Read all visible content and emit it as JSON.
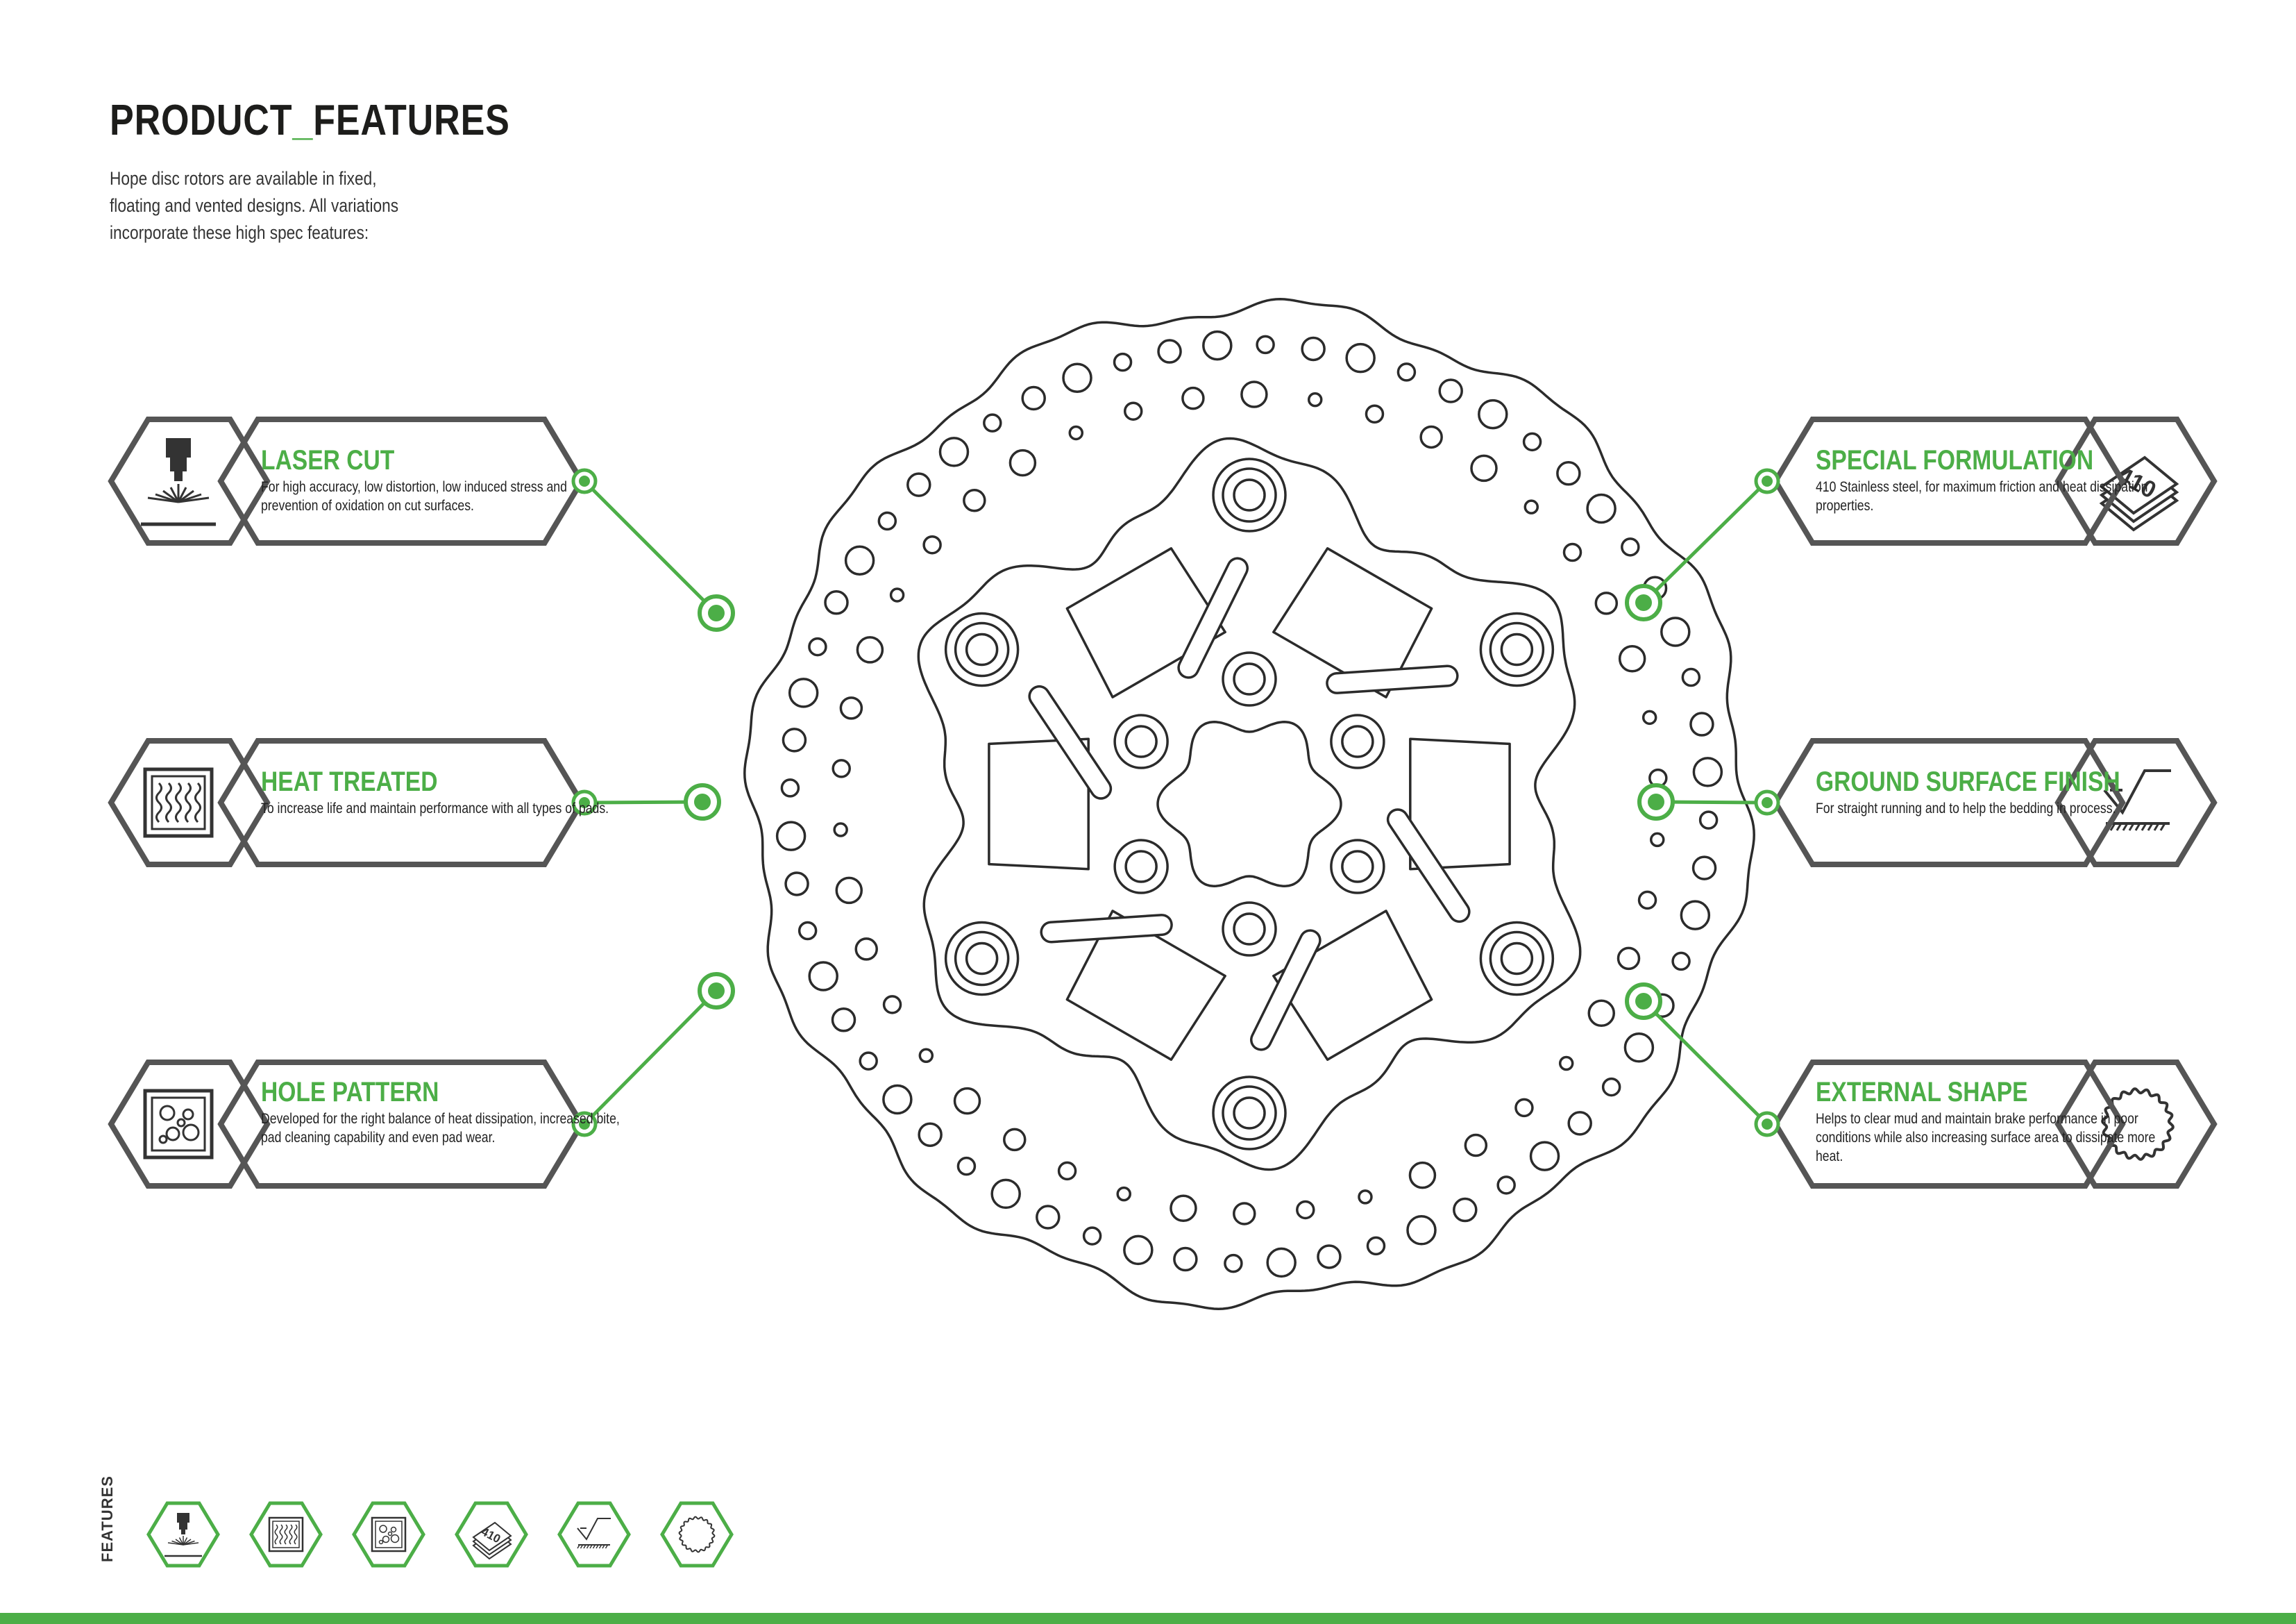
{
  "page": {
    "title_main": "PRODUCT",
    "title_sep": "_",
    "title_rest": "FEATURES",
    "intro": "Hope disc rotors are available in fixed, floating and vented designs. All variations incorporate these high spec features:",
    "footer_label": "FEATURES"
  },
  "features": [
    {
      "title": "LASER CUT",
      "text": "For high accuracy, low distortion, low induced stress and prevention of oxidation on cut surfaces.",
      "icon": "laser-icon"
    },
    {
      "title": "HEAT TREATED",
      "text": "To increase life and maintain performance with all types of pads.",
      "icon": "heat-icon"
    },
    {
      "title": "HOLE PATTERN",
      "text": "Developed for the right balance of heat dissipation, increased bite, pad cleaning capability and even pad wear.",
      "icon": "hole-pattern-icon"
    },
    {
      "title": "SPECIAL FORMULATION",
      "text": "410 Stainless steel, for maximum friction and heat dissipation properties.",
      "icon": "steel-sheets-icon",
      "icon_text": "410"
    },
    {
      "title": "GROUND SURFACE FINISH",
      "text": "For straight running and to help the bedding in process.",
      "icon": "surface-finish-icon"
    },
    {
      "title": "EXTERNAL SHAPE",
      "text": "Helps to clear mud and maintain brake performance in poor conditions while also increasing surface area to dissipate more heat.",
      "icon": "wavy-edge-icon"
    }
  ],
  "colors": {
    "accent": "#4cae47",
    "frame": "#555555",
    "text": "#1d1d1b"
  }
}
